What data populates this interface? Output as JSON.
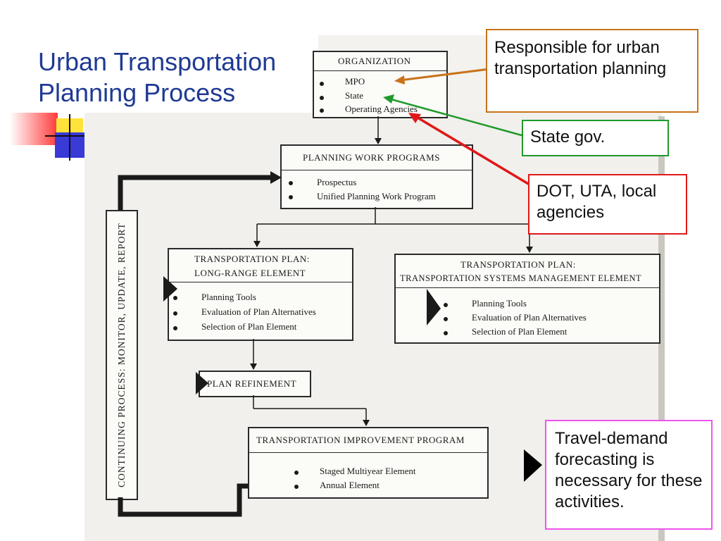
{
  "title": "Urban Transportation Planning Process",
  "flowchart": {
    "organization": {
      "title": "ORGANIZATION",
      "items": [
        "MPO",
        "State",
        "Operating Agencies"
      ]
    },
    "planning_work_programs": {
      "title": "PLANNING WORK PROGRAMS",
      "items": [
        "Prospectus",
        "Unified Planning Work Program"
      ]
    },
    "long_range": {
      "title_line1": "TRANSPORTATION PLAN:",
      "title_line2": "LONG-RANGE ELEMENT",
      "items": [
        "Planning Tools",
        "Evaluation of Plan Alternatives",
        "Selection of Plan Element"
      ]
    },
    "tsm": {
      "title_line1": "TRANSPORTATION PLAN:",
      "title_line2": "TRANSPORTATION SYSTEMS MANAGEMENT ELEMENT",
      "items": [
        "Planning Tools",
        "Evaluation of Plan Alternatives",
        "Selection of Plan Element"
      ]
    },
    "plan_refinement": {
      "title": "PLAN REFINEMENT"
    },
    "tip": {
      "title": "TRANSPORTATION IMPROVEMENT PROGRAM",
      "items": [
        "Staged Multiyear Element",
        "Annual Element"
      ]
    },
    "continuing_process": "CONTINUING PROCESS: MONITOR, UPDATE, REPORT"
  },
  "callouts": {
    "urban": {
      "text": "Responsible for urban transportation planning",
      "color": "#c8731a"
    },
    "state": {
      "text": "State gov.",
      "color": "#1f9a2a"
    },
    "dot": {
      "text": "DOT, UTA, local agencies",
      "color": "#e01818"
    },
    "travel": {
      "text": "Travel-demand forecasting is necessary for these activities.",
      "color": "#ee55ee"
    }
  },
  "colors": {
    "title": "#1f3a93",
    "flow_line": "#1a1a1a"
  }
}
